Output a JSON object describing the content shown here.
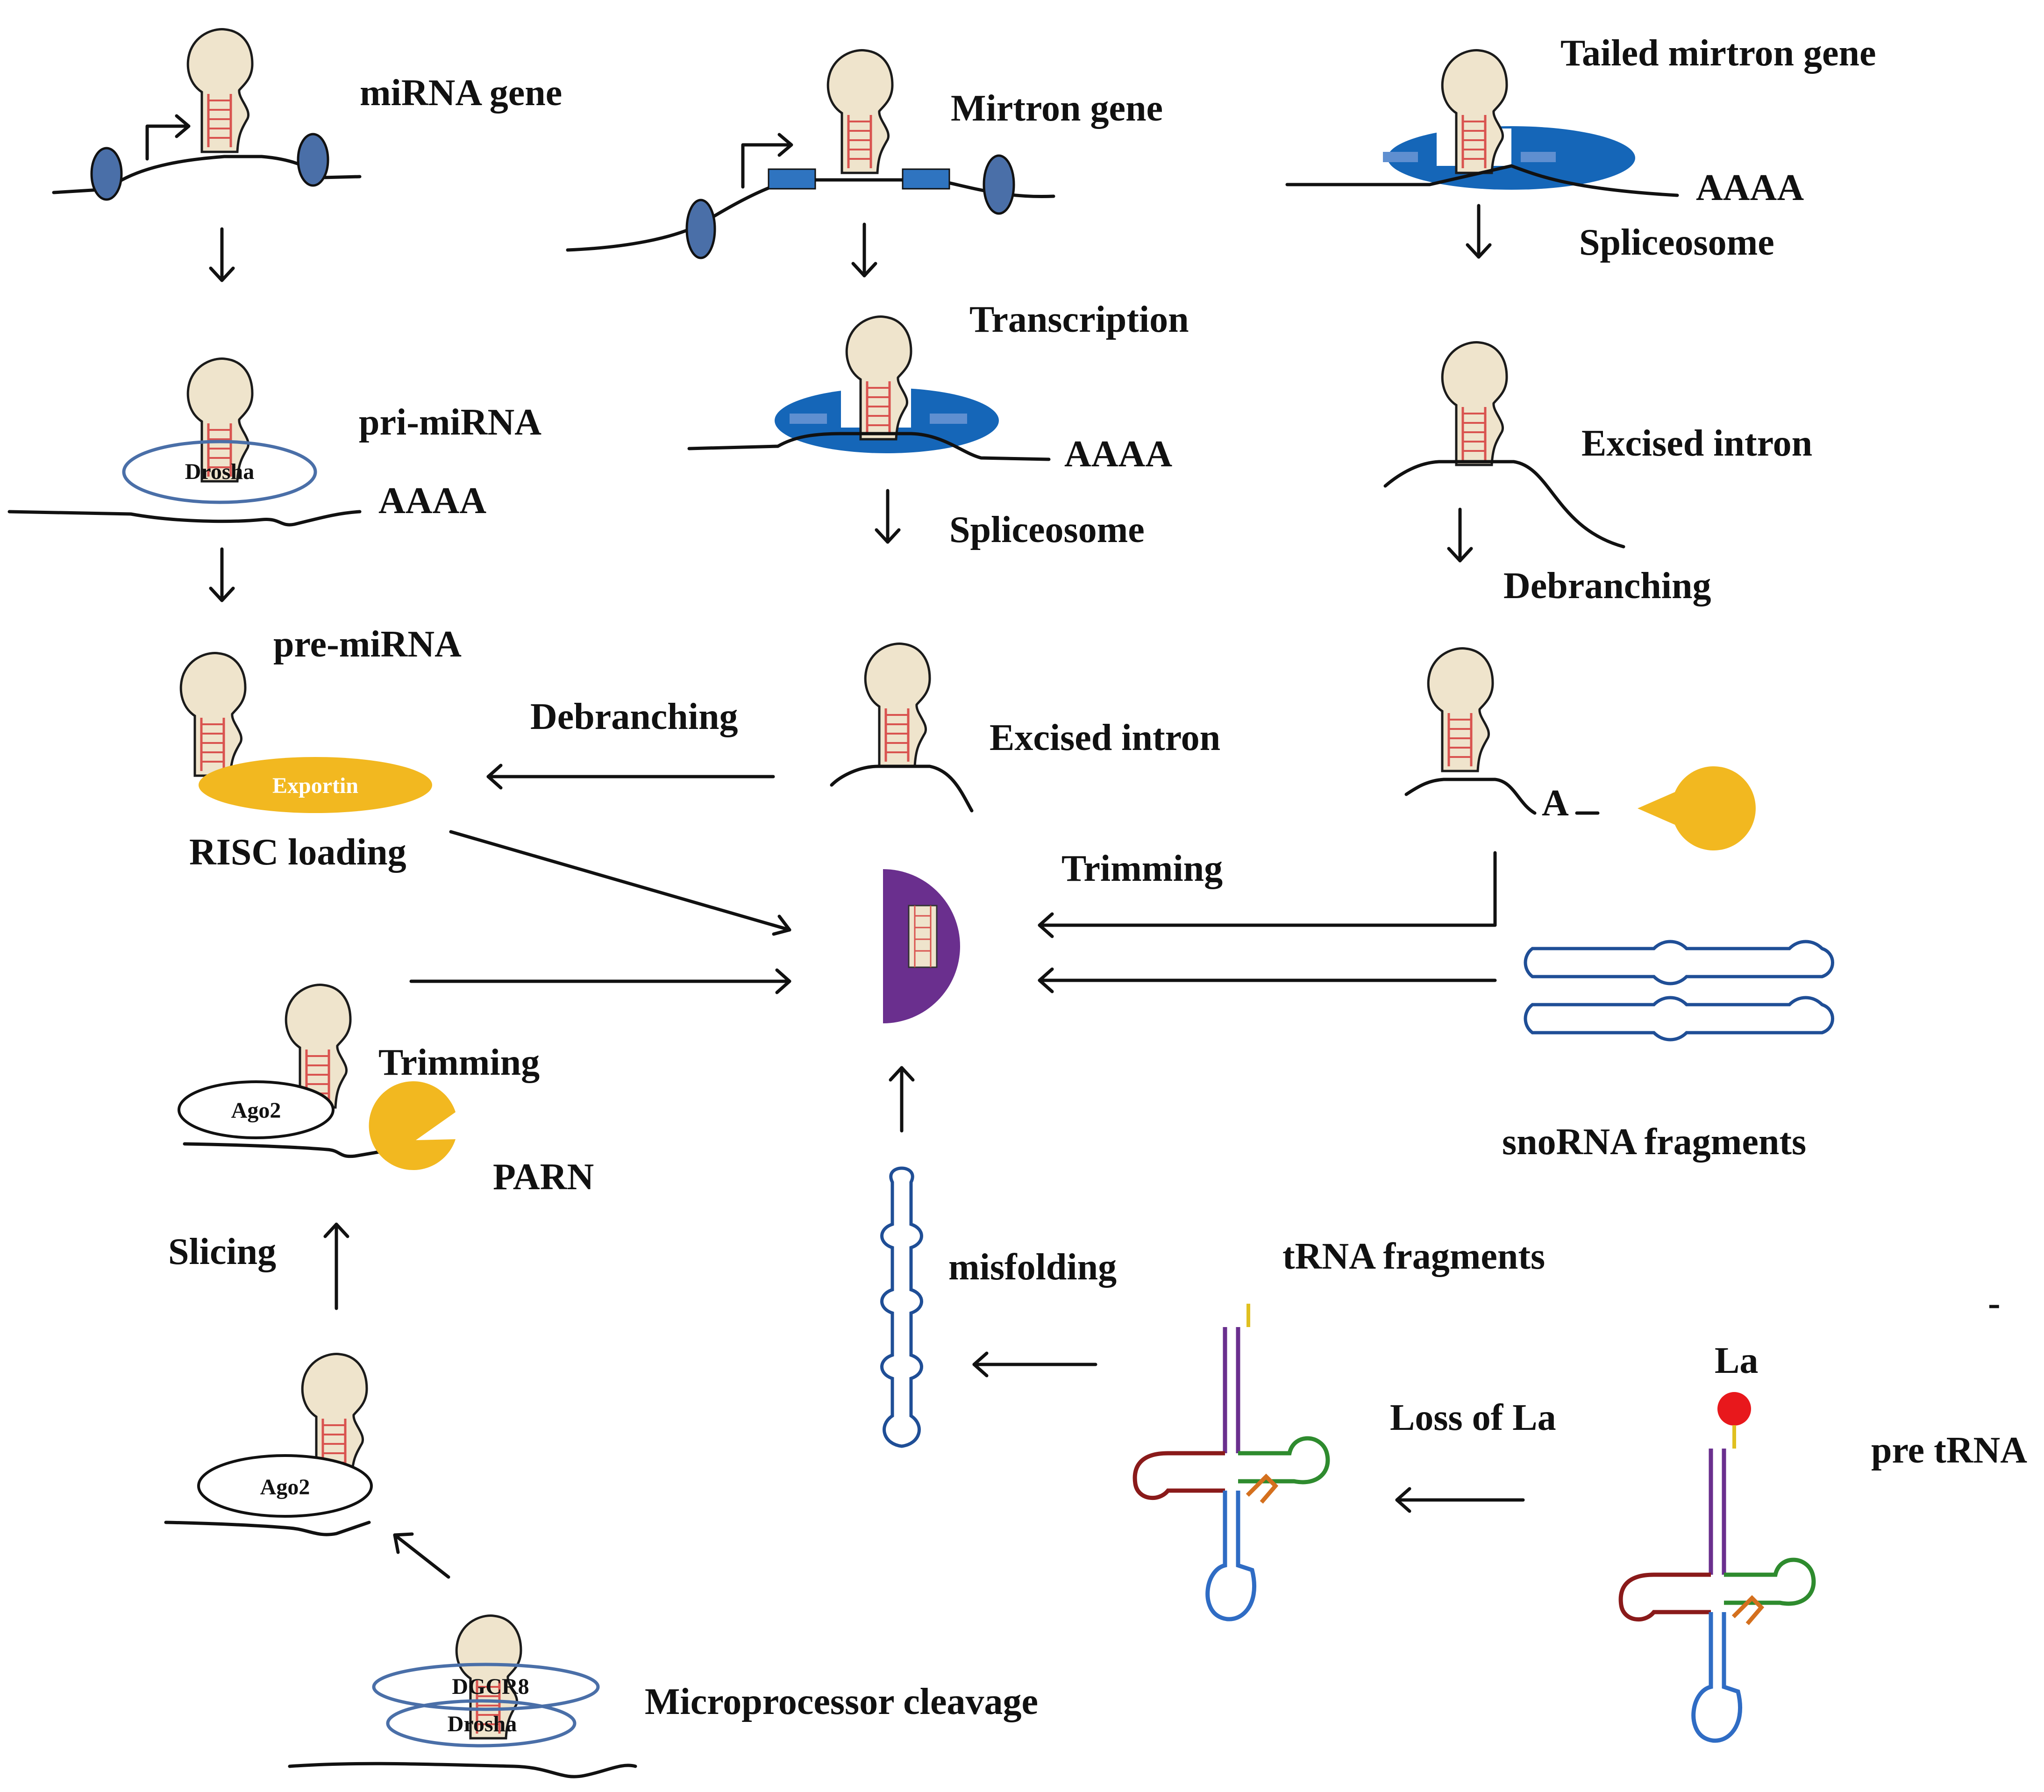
{
  "labels": {
    "mirna_gene": "miRNA gene",
    "mirtron_gene": "Mirtron gene",
    "tailed_mirtron_gene": "Tailed mirtron gene",
    "aaaa_tailed": "AAAA",
    "spliceosome_tailed": "Spliceosome",
    "transcription": "Transcription",
    "aaaa_mirtron": "AAAA",
    "spliceosome_mirtron": "Spliceosome",
    "pri_mirna": "pri-miRNA",
    "aaaa_pri": "AAAA",
    "excised_intron_right": "Excised intron",
    "debranching_right": "Debranching",
    "pre_mirna": "pre-miRNA",
    "debranching_center": "Debranching",
    "excised_intron_center": "Excised intron",
    "risc_loading": "RISC loading",
    "a_tail": "A",
    "trimming_right": "Trimming",
    "trimming_left": "Trimming",
    "parn": "PARN",
    "slicing": "Slicing",
    "snorna_fragments": "snoRNA fragments",
    "misfolding": "misfolding",
    "trna_fragments": "tRNA fragments",
    "dash_mark": "-",
    "la": "La",
    "loss_of_la": "Loss of  La",
    "pre_trna": "pre tRNA",
    "microprocessor_cleavage": "Microprocessor cleavage"
  },
  "proteins": {
    "drosha_pri": "Drosha",
    "exportin": "Exportin",
    "ago2_trimming": "Ago2",
    "ago2_slicing": "Ago2",
    "dgcr8": "DGCR8",
    "drosha_micro": "Drosha"
  },
  "colors": {
    "gene_oval": "#4a6fa8",
    "spliceosome": "#1566b8",
    "exon_box": "#2f74c0",
    "hairpin_fill": "#efe4cc",
    "hairpin_rungs": "#d9534f",
    "exportin_parn": "#f2b820",
    "risc": "#6a2f8e",
    "la_protein": "#e8181c",
    "snorna": "#1f4e96"
  },
  "icons": [
    "hairpin-rna-icon",
    "pacman-exonuclease-icon",
    "risc-complex-icon",
    "trna-cloverleaf-icon",
    "snorna-duplex-icon",
    "misfolded-rna-icon"
  ]
}
